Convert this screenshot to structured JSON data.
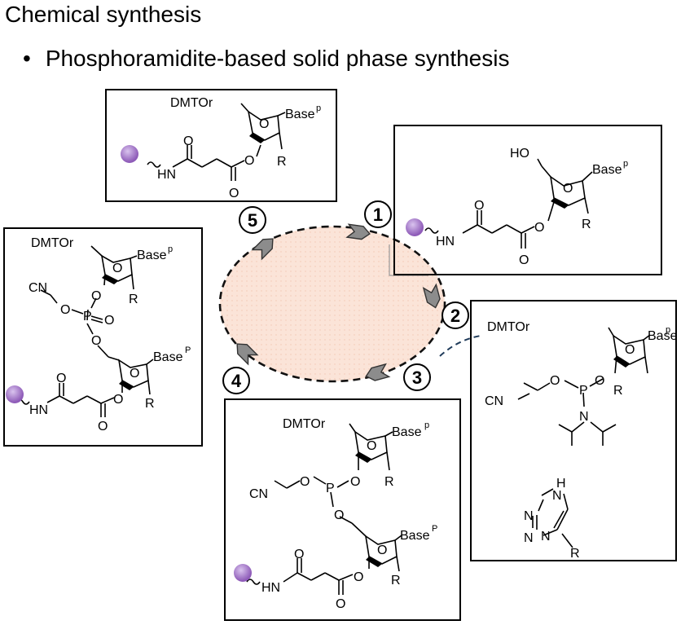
{
  "heading": "Chemical synthesis",
  "bullet": {
    "marker": "•",
    "text": "Phosphoramidite-based solid phase synthesis"
  },
  "step_labels": [
    "1",
    "2",
    "3",
    "4",
    "5"
  ],
  "atoms": {
    "dmtor": "DMTOr",
    "base": "Base",
    "base_sup": "p",
    "base_sup_upper": "P",
    "r": "R",
    "o": "O",
    "p": "P",
    "n": "N",
    "h": "H",
    "ho": "HO",
    "hn": "HN",
    "cn": "CN"
  },
  "colors": {
    "support_bead": "#8e5bb8",
    "cycle_fill": "#fbe4d8",
    "arrow_fill": "#8c8c8c",
    "reagent_link": "#1f3b5a"
  }
}
